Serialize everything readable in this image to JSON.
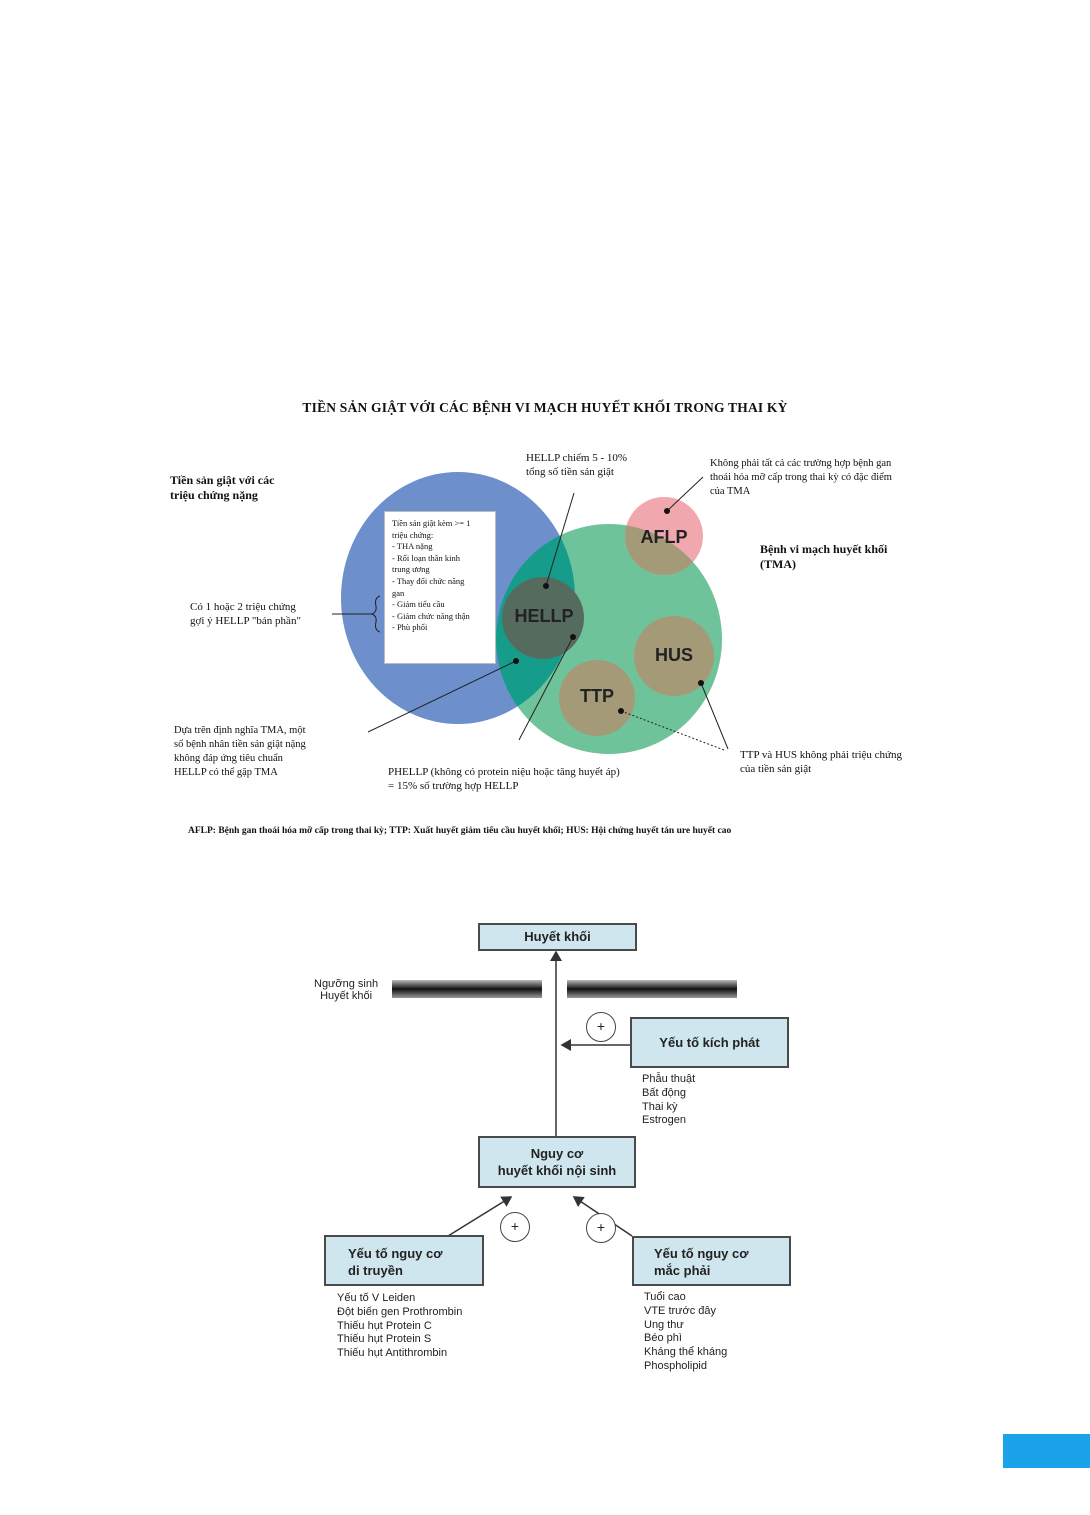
{
  "venn": {
    "title": "TIỀN SẢN GIẬT VỚI CÁC BỆNH VI MẠCH HUYẾT KHỐI TRONG THAI KỲ",
    "left_heading": [
      "Tiền sản giật với các",
      "triệu chứng nặng"
    ],
    "hellp_note": [
      "HELLP chiếm 5 - 10%",
      "tổng số tiền sản giật"
    ],
    "aflp_note": [
      "Không phải tất cả các trường hợp bệnh gan",
      "thoái hóa mỡ cấp trong thai kỳ có đặc điểm",
      "của TMA"
    ],
    "tma_heading": [
      "Bệnh vi mạch huyết khối",
      "(TMA)"
    ],
    "partial_note": [
      "Có 1 hoặc 2 triệu chứng",
      "gợi ý HELLP \"bán phần\""
    ],
    "criteria_box": [
      "Tiền sản giật kèm >= 1",
      "triệu chứng:",
      "- THA nặng",
      "- Rối loạn thần kinh",
      "trung ương",
      "- Thay đổi chức năng",
      "gan",
      "- Giảm tiểu cầu",
      "- Giảm chức năng thận",
      "- Phù phổi"
    ],
    "tma_def_note": [
      "Dựa trên định nghĩa TMA, một",
      "số bệnh nhân tiền sản giật nặng",
      "không đáp ứng tiêu chuẩn",
      "HELLP có thể gặp TMA"
    ],
    "phellp_note": [
      "PHELLP (không có protein niệu hoặc tăng huyết áp)",
      "= 15% số trường hợp HELLP"
    ],
    "ttp_hus_note": [
      "TTP và HUS không phải triệu chứng",
      "của tiền sản giật"
    ],
    "circles": {
      "hellp": "HELLP",
      "aflp": "AFLP",
      "hus": "HUS",
      "ttp": "TTP"
    },
    "footnote": "AFLP: Bệnh gan thoái hóa mỡ cấp trong thai kỳ; TTP: Xuất huyết giảm tiểu cầu huyết khối; HUS: Hội chứng huyết tán ure huyết cao",
    "colors": {
      "blue": "#6d8fcc",
      "green": "#6fc39a",
      "teal": "#169c8b",
      "pink": "#f0a8ae",
      "khaki": "#a59a78",
      "hellp": "#556b5e"
    }
  },
  "flow": {
    "top_box": "Huyết khối",
    "threshold": [
      "Ngưỡng sinh",
      "Huyết khối"
    ],
    "trigger_box": "Yếu tố kích phát",
    "trigger_list": [
      "Phẫu thuật",
      "Bất động",
      "Thai kỳ",
      "Estrogen"
    ],
    "center_box": [
      "Nguy cơ",
      "huyết khối nội sinh"
    ],
    "genetic_box": [
      "Yếu tố nguy cơ",
      "di truyền"
    ],
    "genetic_list": [
      "Yếu tố V Leiden",
      "Đột biến gen Prothrombin",
      "Thiếu hụt Protein C",
      "Thiếu hụt Protein S",
      "Thiếu hụt Antithrombin"
    ],
    "acquired_box": [
      "Yếu tố nguy cơ",
      "mắc phải"
    ],
    "acquired_list": [
      "Tuổi cao",
      "VTE trước đây",
      "Ung thư",
      "Béo phì",
      "Kháng thể kháng",
      "Phospholipid"
    ],
    "plus_symbol": "+",
    "colors": {
      "box_fill": "#cfe6ee",
      "box_border": "#4a4a4a",
      "footer_tab": "#1aa3e8"
    }
  }
}
